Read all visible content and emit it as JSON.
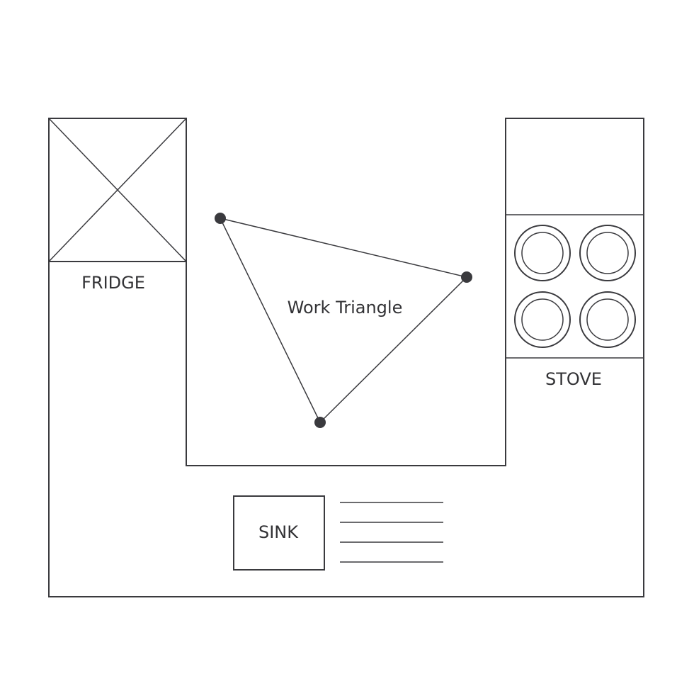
{
  "labels": {
    "fridge": "FRIDGE",
    "stove": "STOVE",
    "sink": "SINK",
    "work_triangle": "Work Triangle"
  },
  "colors": {
    "line": "#3a3a3e",
    "text": "#333336",
    "background": "#ffffff"
  },
  "stove": {
    "burner_count": 4
  },
  "drainboard": {
    "line_count": 4
  }
}
